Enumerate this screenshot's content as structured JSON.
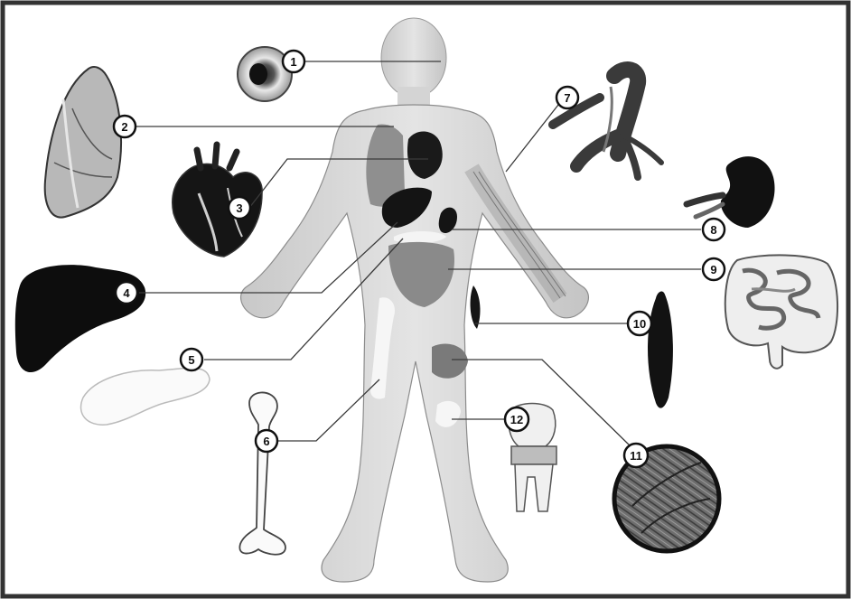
{
  "diagram": {
    "callouts": [
      {
        "number": "1",
        "item": "eye-icon"
      },
      {
        "number": "2",
        "item": "lung-icon"
      },
      {
        "number": "3",
        "item": "heart-icon"
      },
      {
        "number": "4",
        "item": "liver-icon"
      },
      {
        "number": "5",
        "item": "pancreas-icon"
      },
      {
        "number": "6",
        "item": "bone-icon"
      },
      {
        "number": "7",
        "item": "blood-vessel-icon"
      },
      {
        "number": "8",
        "item": "kidney-icon"
      },
      {
        "number": "9",
        "item": "intestine-icon"
      },
      {
        "number": "10",
        "item": "muscle-icon"
      },
      {
        "number": "11",
        "item": "skin-tissue-icon"
      },
      {
        "number": "12",
        "item": "knee-joint-icon"
      }
    ]
  },
  "colors": {
    "frame": "#333333",
    "body_fill": "#d9d9d9",
    "organ_dark": "#111111",
    "organ_mid": "#8a8a8a",
    "organ_light": "#f2f2f2"
  }
}
